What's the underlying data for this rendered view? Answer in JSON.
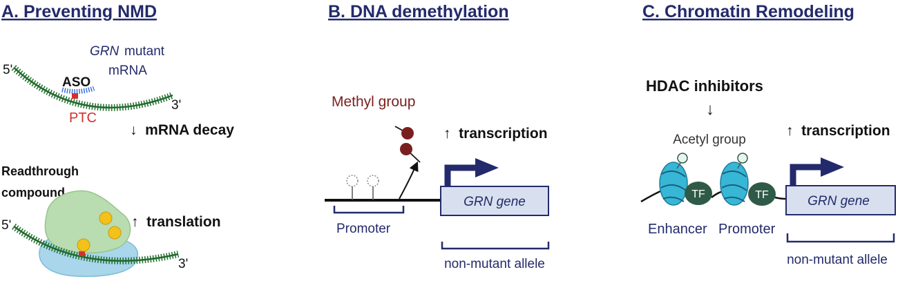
{
  "colors": {
    "navy": "#232a6b",
    "rna_green": "#1f6b2c",
    "ptc_red": "#d2302c",
    "aso_blue": "#3a6fd8",
    "methyl": "#7a1f1f",
    "ribosome_green": "#b9dcb0",
    "ribosome_blue": "#a9d6ea",
    "gold": "#f2c21b",
    "nucleosome": "#37b6d6",
    "tf": "#2f5a47"
  },
  "panelA": {
    "title": "A. Preventing NMD",
    "five_prime_top": "5'",
    "three_prime_top": "3'",
    "gene_italic": "GRN",
    "mutant_word": "mutant",
    "mrna_word": "mRNA",
    "aso": "ASO",
    "ptc": "PTC",
    "decay": "↓  mRNA decay",
    "readthrough_line1": "Readthrough",
    "readthrough_line2": "compound",
    "translation": "↑  translation",
    "five_prime_bottom": "5'",
    "three_prime_bottom": "3'"
  },
  "panelB": {
    "title": "B. DNA demethylation",
    "methyl_group": "Methyl group",
    "transcription": "↑  transcription",
    "gene": "GRN gene",
    "promoter": "Promoter",
    "allele": "non-mutant allele"
  },
  "panelC": {
    "title": "C. Chromatin Remodeling",
    "hdac": "HDAC inhibitors",
    "down_arrow": "↓",
    "acetyl_group": "Acetyl group",
    "transcription": "↑  transcription",
    "tf_label": "TF",
    "gene": "GRN gene",
    "enhancer": "Enhancer",
    "promoter": "Promoter",
    "allele": "non-mutant allele"
  }
}
